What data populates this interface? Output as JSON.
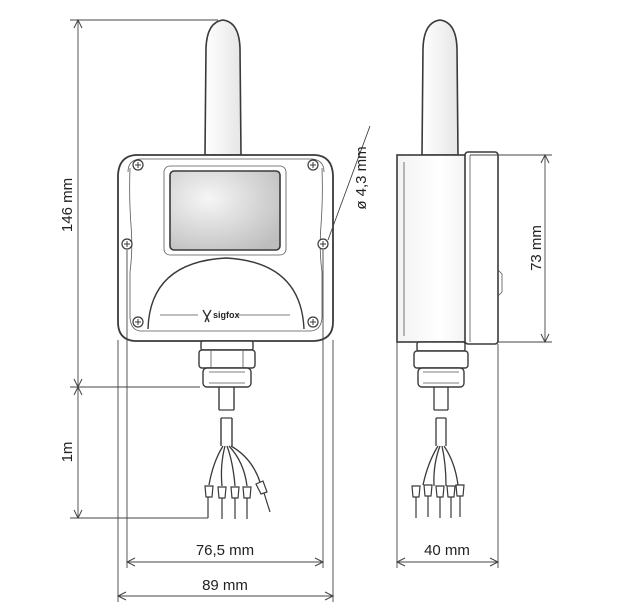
{
  "dimensions": {
    "total_height": "146 mm",
    "cable_length": "1m",
    "hole_diameter": "ø 4,3 mm",
    "housing_height": "73 mm",
    "mounting_width": "76,5 mm",
    "total_width": "89 mm",
    "depth": "40 mm"
  },
  "logo": {
    "text": "sigfox"
  },
  "colors": {
    "outline": "#3a3a3a",
    "display_gradient_light": "#f4f4f4",
    "display_gradient_dark": "#bdbdbd",
    "housing_fill": "#ffffff",
    "side_fill": "#f2f2f2"
  }
}
